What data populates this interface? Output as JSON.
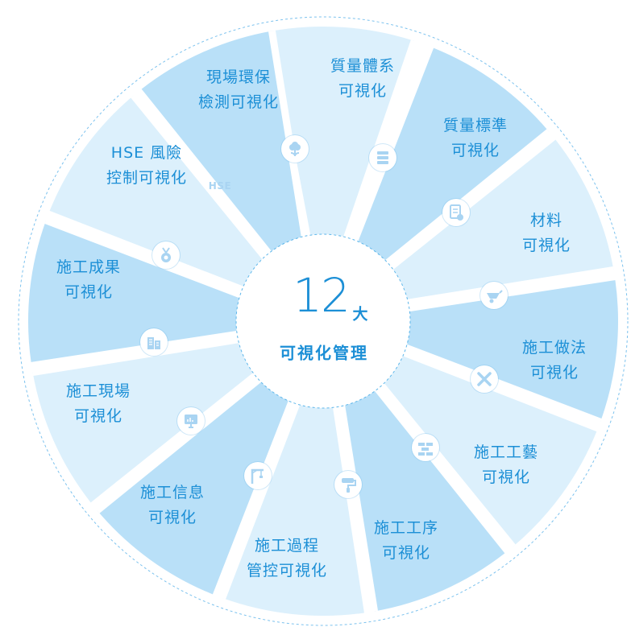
{
  "center": {
    "number": "12",
    "unit": "大",
    "subtitle": "可視化管理"
  },
  "sectors": [
    {
      "id": "quality-system",
      "line1": "質量體系",
      "line2": "可視化",
      "icon": "server-icon"
    },
    {
      "id": "quality-standard",
      "line1": "質量標準",
      "line2": "可視化",
      "icon": "document-check-icon"
    },
    {
      "id": "materials",
      "line1": "材料",
      "line2": "可視化",
      "icon": "wheelbarrow-icon"
    },
    {
      "id": "construction-method",
      "line1": "施工做法",
      "line2": "可視化",
      "icon": "tools-icon"
    },
    {
      "id": "construction-craft",
      "line1": "施工工藝",
      "line2": "可視化",
      "icon": "bricks-icon"
    },
    {
      "id": "construction-procedure",
      "line1": "施工工序",
      "line2": "可視化",
      "icon": "paint-roller-icon"
    },
    {
      "id": "construction-process",
      "line1": "施工過程",
      "line2": "管控可視化",
      "icon": "crane-icon"
    },
    {
      "id": "construction-info",
      "line1": "施工信息",
      "line2": "可視化",
      "icon": "monitor-icon"
    },
    {
      "id": "construction-site",
      "line1": "施工現場",
      "line2": "可視化",
      "icon": "buildings-icon"
    },
    {
      "id": "construction-results",
      "line1": "施工成果",
      "line2": "可視化",
      "icon": "medal-icon"
    },
    {
      "id": "hse-risk",
      "line1": "HSE 風險",
      "line2": "控制可視化",
      "icon": "hse-icon",
      "icon_text": "HSE"
    },
    {
      "id": "environment",
      "line1": "現場環保",
      "line2": "檢測可視化",
      "icon": "flower-icon"
    }
  ],
  "colors": {
    "accent": "#1c8fd6",
    "sector_light": "#dceffb",
    "sector_dark": "#a7d7f5",
    "icon_fill": "#a9d4f2"
  }
}
